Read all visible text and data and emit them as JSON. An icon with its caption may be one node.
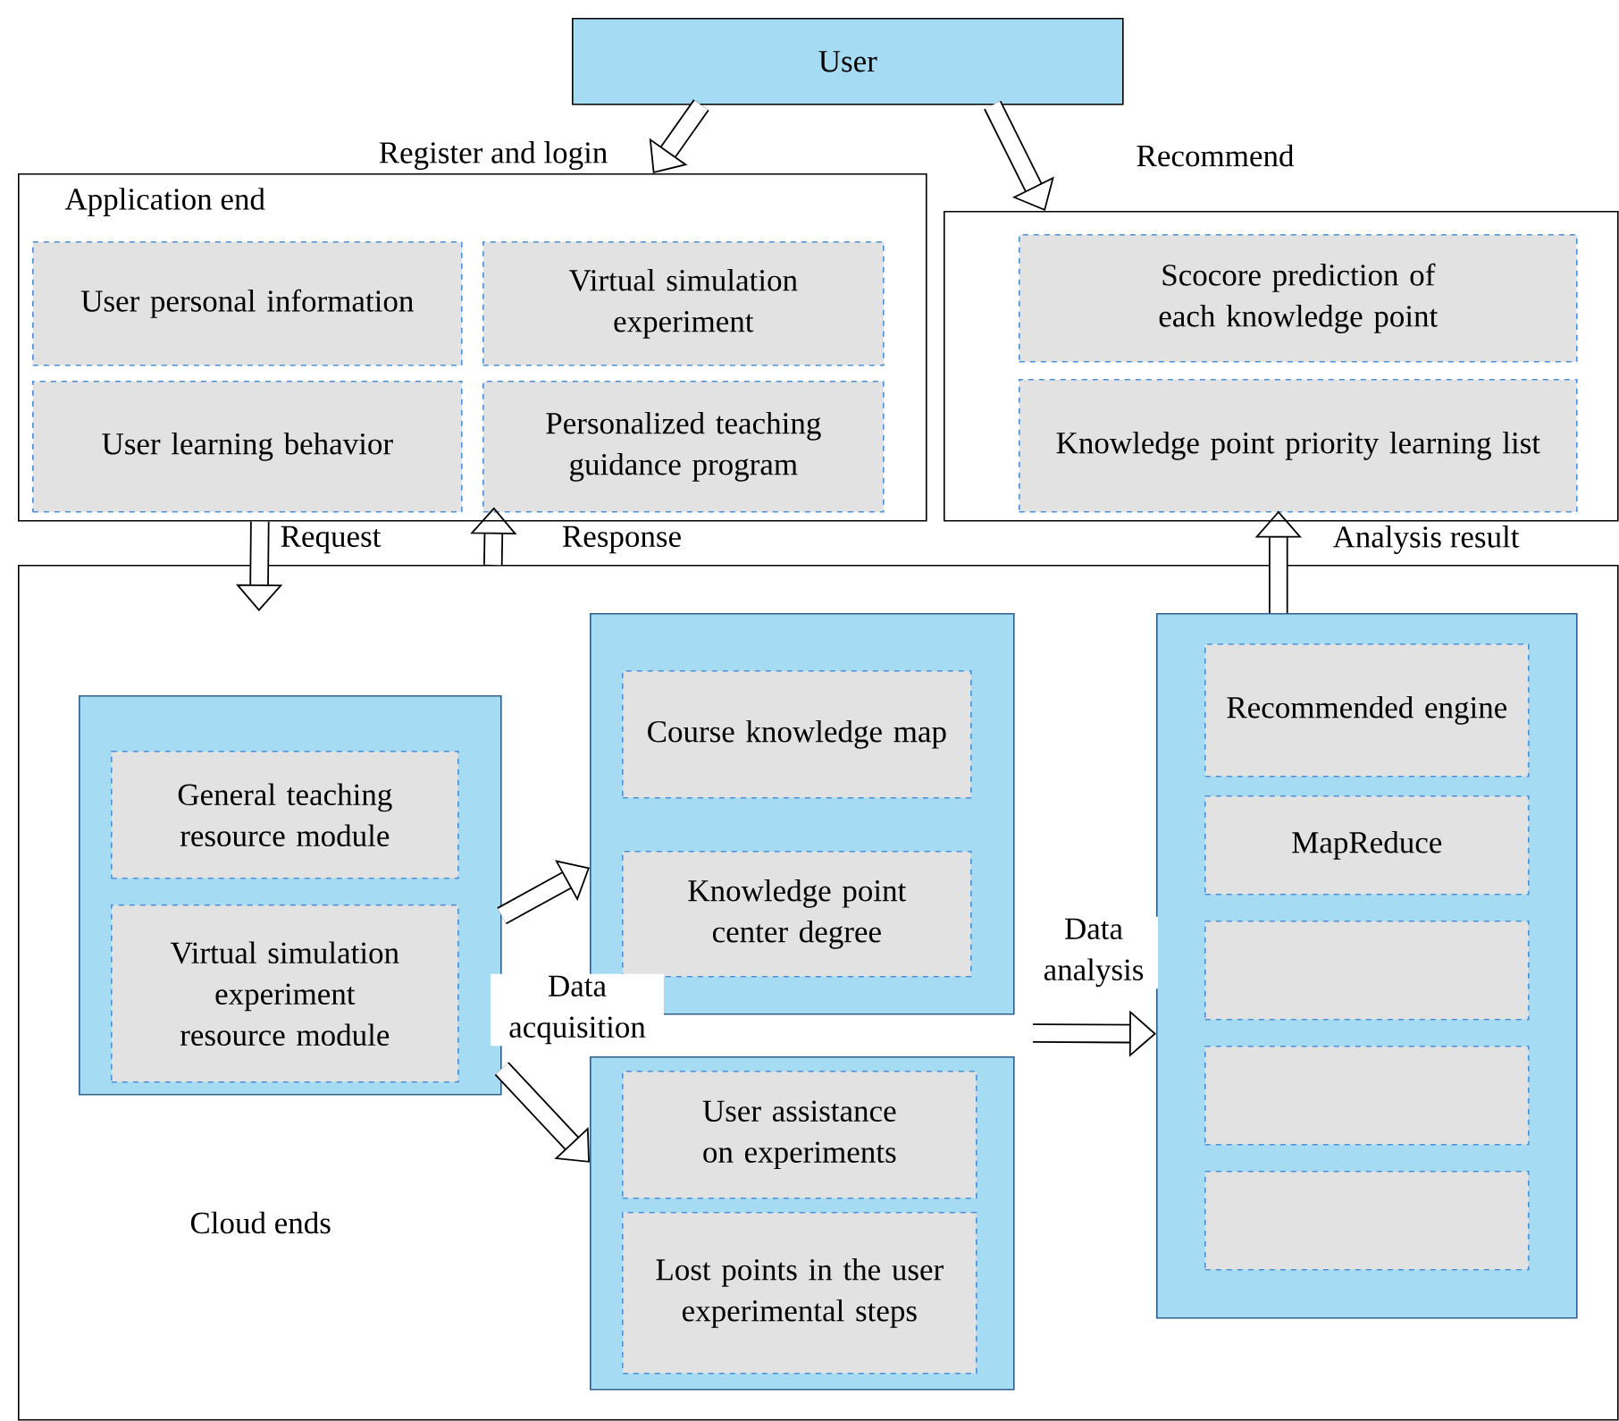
{
  "diagram": {
    "nodes": [
      {
        "text": [
          "User"
        ]
      },
      {
        "text": [
          "Application end"
        ]
      },
      {
        "text": [
          "User personal information"
        ],
        "in": 1
      },
      {
        "text": [
          "Virtual simulation experiment"
        ],
        "in": 1
      },
      {
        "text": [
          "User learning behavior"
        ],
        "in": 1
      },
      {
        "text": [
          "Personalized teaching guidance program"
        ],
        "in": 1
      },
      {
        "text": [],
        "shape": "box"
      },
      {
        "text": [
          "Scocore prediction of each knowledge point"
        ],
        "in": 6
      },
      {
        "text": [
          "Knowledge point priority learning list"
        ],
        "in": 6
      },
      {
        "text": [
          "Cloud ends"
        ]
      },
      {
        "text": [],
        "shape": "box",
        "in": 9
      },
      {
        "text": [
          "General teaching resource module"
        ],
        "in": 10
      },
      {
        "text": [
          "Virtual simulation experiment resource module"
        ],
        "in": 10
      },
      {
        "text": [],
        "shape": "box",
        "in": 9
      },
      {
        "text": [
          "Course knowledge map"
        ],
        "in": 13
      },
      {
        "text": [
          "Knowledge point center degree"
        ],
        "in": 13
      },
      {
        "text": [],
        "shape": "box",
        "in": 9
      },
      {
        "text": [
          "User assistance on experiments"
        ],
        "in": 16
      },
      {
        "text": [
          "Lost points in the user experimental steps"
        ],
        "in": 16
      },
      {
        "text": [],
        "shape": "box",
        "in": 9
      },
      {
        "text": [
          "Recommended engine"
        ],
        "in": 19
      },
      {
        "text": [
          "MapReduce"
        ],
        "in": 19
      },
      {
        "text": [],
        "shape": "box",
        "in": 19
      },
      {
        "text": [],
        "shape": "box",
        "in": 19
      },
      {
        "text": [],
        "shape": "box",
        "in": 19
      }
    ],
    "edges": [
      {
        "from": 0,
        "to": 1,
        "arrow": "to",
        "label": "Register and login"
      },
      {
        "from": 0,
        "to": 6,
        "arrow": "to",
        "label": "Recommend"
      },
      {
        "from": 1,
        "to": 9,
        "arrow": "to",
        "label": "Request"
      },
      {
        "from": 9,
        "to": 1,
        "arrow": "to",
        "label": "Response"
      },
      {
        "from": 19,
        "to": 6,
        "arrow": "to",
        "label": "Analysis result"
      },
      {
        "from": 10,
        "to": 13,
        "arrow": "to",
        "label": "Data acquisition"
      },
      {
        "from": 10,
        "to": 16,
        "arrow": "to"
      },
      {
        "from": null,
        "to": 19,
        "arrow": "to",
        "label": "Data analysis"
      }
    ]
  }
}
